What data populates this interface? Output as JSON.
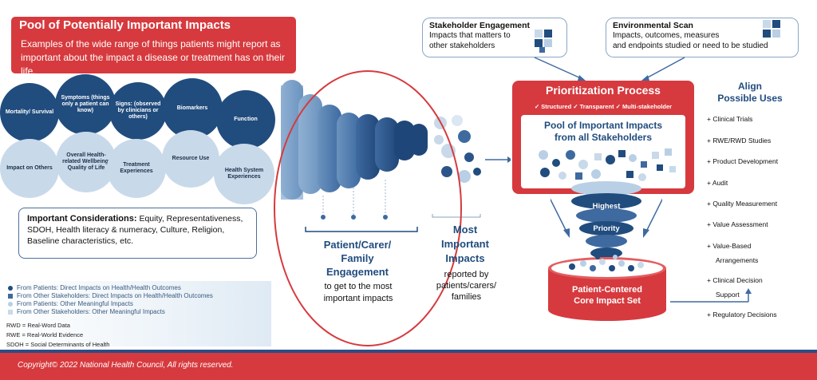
{
  "pool": {
    "title": "Pool of Potentially Important Impacts",
    "desc": "Examples of the wide range of things patients might  report as important about  the impact a disease or  treatment has on their life."
  },
  "circles_top": [
    {
      "label": "Mortality/ Survival"
    },
    {
      "label": "Symptoms (things only a patient can know)"
    },
    {
      "label": "Signs: (observed by clinicians or others)"
    },
    {
      "label": "Biomarkers"
    },
    {
      "label": "Function"
    }
  ],
  "circles_bottom": [
    {
      "label": "Impact on Others"
    },
    {
      "label": "Overall Health-related Wellbeing/ Quality of Life"
    },
    {
      "label": "Treatment Experiences"
    },
    {
      "label": "Resource Use"
    },
    {
      "label": "Health System Experiences"
    }
  ],
  "considerations": {
    "heading": "Important Considerations:",
    "text": "Equity, Representativeness, SDOH, Health literacy & numeracy, Culture,  Religion, Baseline characteristics, etc."
  },
  "legend": [
    {
      "label": "From Patients: Direct Impacts on Health/Health Outcomes",
      "shape": "circle",
      "color": "#214c7e"
    },
    {
      "label": "From Other Stakeholders: Direct Impacts on Health/Health Outcomes",
      "shape": "square",
      "color": "#3d6a9e"
    },
    {
      "label": "From Patients: Other Meaningful Impacts",
      "shape": "circle",
      "color": "#b9cfe5"
    },
    {
      "label": "From Other Stakeholders: Other Meaningful Impacts",
      "shape": "square",
      "color": "#c8d9ea"
    }
  ],
  "abbreviations": [
    "RWD = Real-Word Data",
    "RWE = Real-World Evidence",
    "SDOH = Social Determinants of Health"
  ],
  "engagement": {
    "line1": "Patient/Carer/",
    "line2": "Family",
    "line3": "Engagement",
    "sub1": "to get to the most",
    "sub2": "important impacts"
  },
  "most": {
    "line1": "Most",
    "line2": "Important",
    "line3": "Impacts",
    "sub1": "reported by",
    "sub2": "patients/carers/",
    "sub3": "families"
  },
  "stakeholder": {
    "title": "Stakeholder Engagement",
    "line1": "Impacts that matters to",
    "line2": "other stakeholders"
  },
  "environmental": {
    "title": "Environmental Scan",
    "line1": "Impacts, outcomes, measures",
    "line2": "and endpoints studied or need to be studied"
  },
  "prioritization": {
    "title": "Prioritization Process",
    "sub": "✓ Structured  ✓ Transparent ✓ Multi-stakeholder",
    "pool_line1": "Pool of Important Impacts",
    "pool_line2": "from all Stakeholders"
  },
  "funnel": {
    "highest": "Highest",
    "priority": "Priority"
  },
  "core": {
    "line1": "Patient-Centered",
    "line2": "Core Impact Set"
  },
  "align": {
    "line1": "Align",
    "line2": "Possible Uses"
  },
  "uses": [
    "+ Clinical Trials",
    "+ RWE/RWD Studies",
    "+ Product Development",
    "+ Audit",
    "+ Quality Measurement",
    "+ Value Assessment",
    "+ Value-Based",
    "Arrangements",
    "+ Clinical Decision",
    "Support",
    "+ Regulatory Decisions"
  ],
  "footer": "Copyright© 2022 National Health Council, All rights reserved.",
  "colors": {
    "red": "#d63a3e",
    "navy": "#214c7e",
    "light_blue": "#c8d9ea"
  }
}
